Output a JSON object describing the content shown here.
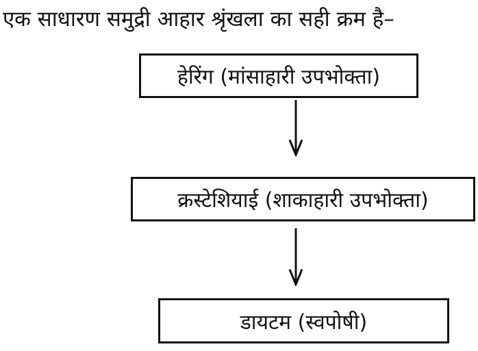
{
  "title": "एक साधारण समुद्री आहार श्रृंखला का सही क्रम है–",
  "nodes": [
    {
      "label": "हेरिंग (मांसाहारी उपभोक्ता)"
    },
    {
      "label": "क्रस्टेशियाई (शाकाहारी उपभोक्ता)"
    },
    {
      "label": "डायटम (स्वपोषी)"
    }
  ]
}
